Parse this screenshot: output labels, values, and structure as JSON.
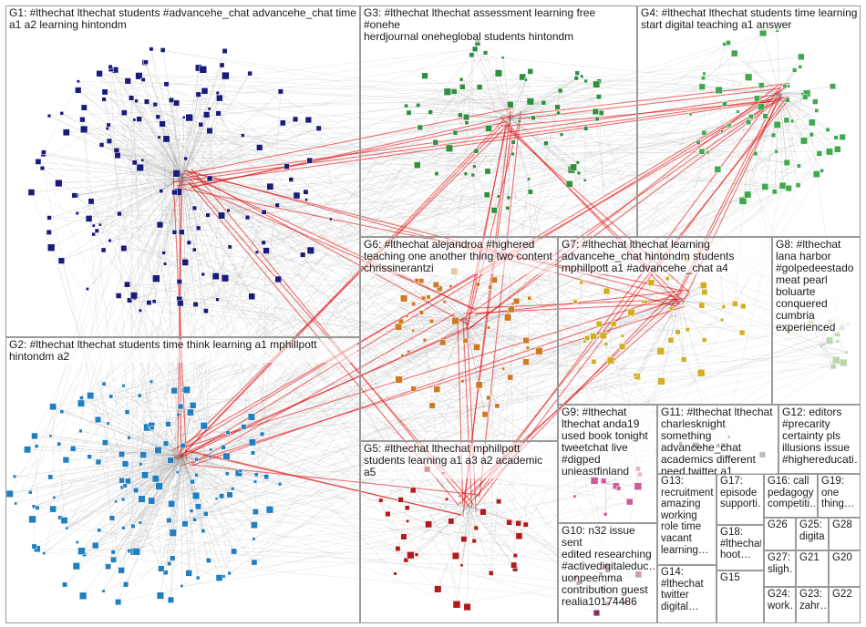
{
  "groups": [
    {
      "id": "G1",
      "label": "G1: #lthechat lthechat students #advancehe_chat advancehe_chat time\na1 a2 learning hintondm"
    },
    {
      "id": "G2",
      "label": "G2: #lthechat lthechat students time think learning a1 mphillpott\nhintondm a2"
    },
    {
      "id": "G3",
      "label": "G3: #lthechat lthechat assessment learning free #onehe\nherdjournal oneheglobal students hintondm"
    },
    {
      "id": "G4",
      "label": "G4: #lthechat lthechat students time learning\nstart digital teaching a1 answer"
    },
    {
      "id": "G5",
      "label": "G5: #lthechat lthechat mphillpott\nstudents learning a1 a3 a2 academic a5"
    },
    {
      "id": "G6",
      "label": "G6: #lthechat alejandroa #highered\nteaching one another thing two content\nchrissinerantzi"
    },
    {
      "id": "G7",
      "label": "G7: #lthechat lthechat learning\nadvancehe_chat hintondm students\nmphillpott a1 #advancehe_chat a4"
    },
    {
      "id": "G8",
      "label": "G8: #lthechat\nlana harbor\n#golpedeestado\nmeat pearl\nboluarte\nconquered\ncumbria\nexperienced"
    },
    {
      "id": "G9",
      "label": "G9: #lthechat\nlthechat anda19\nused book tonight\ntweetchat live\n#digped\nunieastfinland"
    },
    {
      "id": "G10",
      "label": "G10: n32 issue sent\nedited researching\n#activedigitaleduc…\nuonpeemma\ncontribution guest\nrealia10174486"
    },
    {
      "id": "G11",
      "label": "G11: #lthechat lthechat\ncharlesknight something\nadvancehe_chat\nacademics different\nneed twitter a1"
    },
    {
      "id": "G12",
      "label": "G12: editors\n#precarity\ncertainty pls\nillusions issue\n#highereducati…"
    },
    {
      "id": "G13",
      "label": "G13:\nrecruitment\namazing\nworking\nrole time\nvacant\nlearning…"
    },
    {
      "id": "G14",
      "label": "G14:\n#lthechat\ntwitter\ndigital…"
    },
    {
      "id": "G15",
      "label": "G15"
    },
    {
      "id": "G16",
      "label": "G16: call\npedagogy\ncompetiti…"
    },
    {
      "id": "G17",
      "label": "G17:\nepisode\nsupporti…"
    },
    {
      "id": "G18",
      "label": "G18:\n#lthechat\nhoot…"
    },
    {
      "id": "G19",
      "label": "G19:\none\nthing…"
    },
    {
      "id": "G20",
      "label": "G20"
    },
    {
      "id": "G21",
      "label": "G21"
    },
    {
      "id": "G22",
      "label": "G22"
    },
    {
      "id": "G23",
      "label": "G23:\nzahr…"
    },
    {
      "id": "G24",
      "label": "G24:\nwork…"
    },
    {
      "id": "G25",
      "label": "G25:\ndigita…"
    },
    {
      "id": "G26",
      "label": "G26"
    },
    {
      "id": "G27",
      "label": "G27:\nsligh…"
    },
    {
      "id": "G28",
      "label": "G28"
    }
  ],
  "colors": {
    "G1": "#1a1a7a",
    "G2": "#1f7fbf",
    "G3": "#2f8f3f",
    "G4": "#3fa84f",
    "G5": "#b01a1a",
    "G6": "#d07a20",
    "G7": "#d0b020",
    "G8": "#b8d8a8",
    "G9": "#d05a9a",
    "G10": "#8a2a5a",
    "G11": "#6a6a6a",
    "edge": "#8c8c8c",
    "highlight_edge": "#e00000",
    "box_border": "#9a9a9a"
  }
}
